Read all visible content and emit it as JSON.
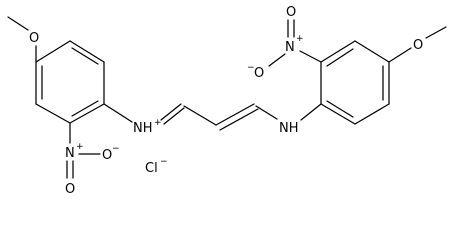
{
  "molecule": {
    "left_ring": {
      "methoxy_oxygen": "O",
      "nitro_nitrogen": "N",
      "nitro_plus": "+",
      "nitro_oxygen_single": "O",
      "nitro_oxygen_single_charge": "−",
      "nitro_oxygen_double": "O"
    },
    "linker": {
      "iminium_nitrogen": "NH",
      "iminium_charge": "+",
      "amine_nitrogen": "NH"
    },
    "right_ring": {
      "methoxy_oxygen": "O",
      "nitro_nitrogen": "N",
      "nitro_plus": "+",
      "nitro_oxygen_single": "O",
      "nitro_oxygen_single_charge": "−",
      "nitro_oxygen_double": "O"
    },
    "counterion": {
      "label": "Cl",
      "charge": "−"
    }
  }
}
